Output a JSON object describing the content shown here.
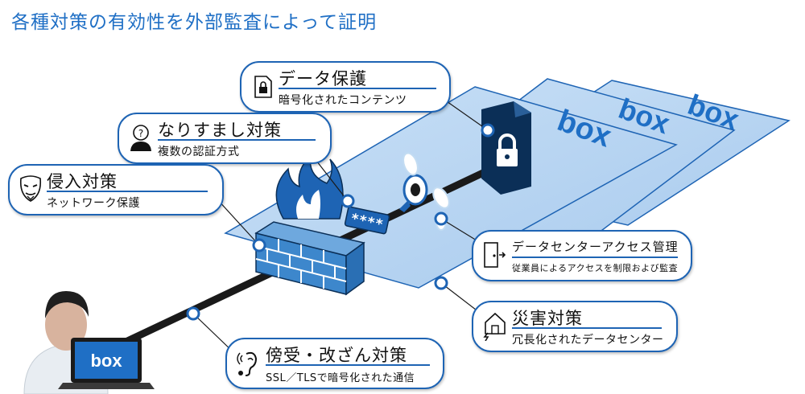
{
  "title": "各種対策の有効性を外部監査によって証明",
  "brand": "box",
  "colors": {
    "accent": "#1e64b4",
    "title": "#1f6fc5",
    "plate": "#b9d6f2",
    "box_blue": "#1f6fc5",
    "firewall": "#3d87cc"
  },
  "callouts": {
    "data_protection": {
      "title": "データ保護",
      "subtitle": "暗号化されたコンテンツ",
      "icon": "lock-document-icon"
    },
    "anti_spoofing": {
      "title": "なりすまし対策",
      "subtitle": "複数の認証方式",
      "icon": "person-question-icon"
    },
    "intrusion": {
      "title": "侵入対策",
      "subtitle": "ネットワーク保護",
      "icon": "hacker-mask-icon"
    },
    "datacenter_access": {
      "title": "データセンターアクセス管理",
      "subtitle": "従業員によるアクセスを制限および監査",
      "icon": "door-exit-icon"
    },
    "disaster": {
      "title": "災害対策",
      "subtitle": "冗長化されたデータセンター",
      "icon": "house-lightning-icon"
    },
    "eavesdrop": {
      "title": "傍受・改ざん対策",
      "subtitle": "SSL／TLSで暗号化された通信",
      "icon": "ear-listening-icon"
    }
  },
  "password_badge": "****",
  "laptop_logo": "box"
}
